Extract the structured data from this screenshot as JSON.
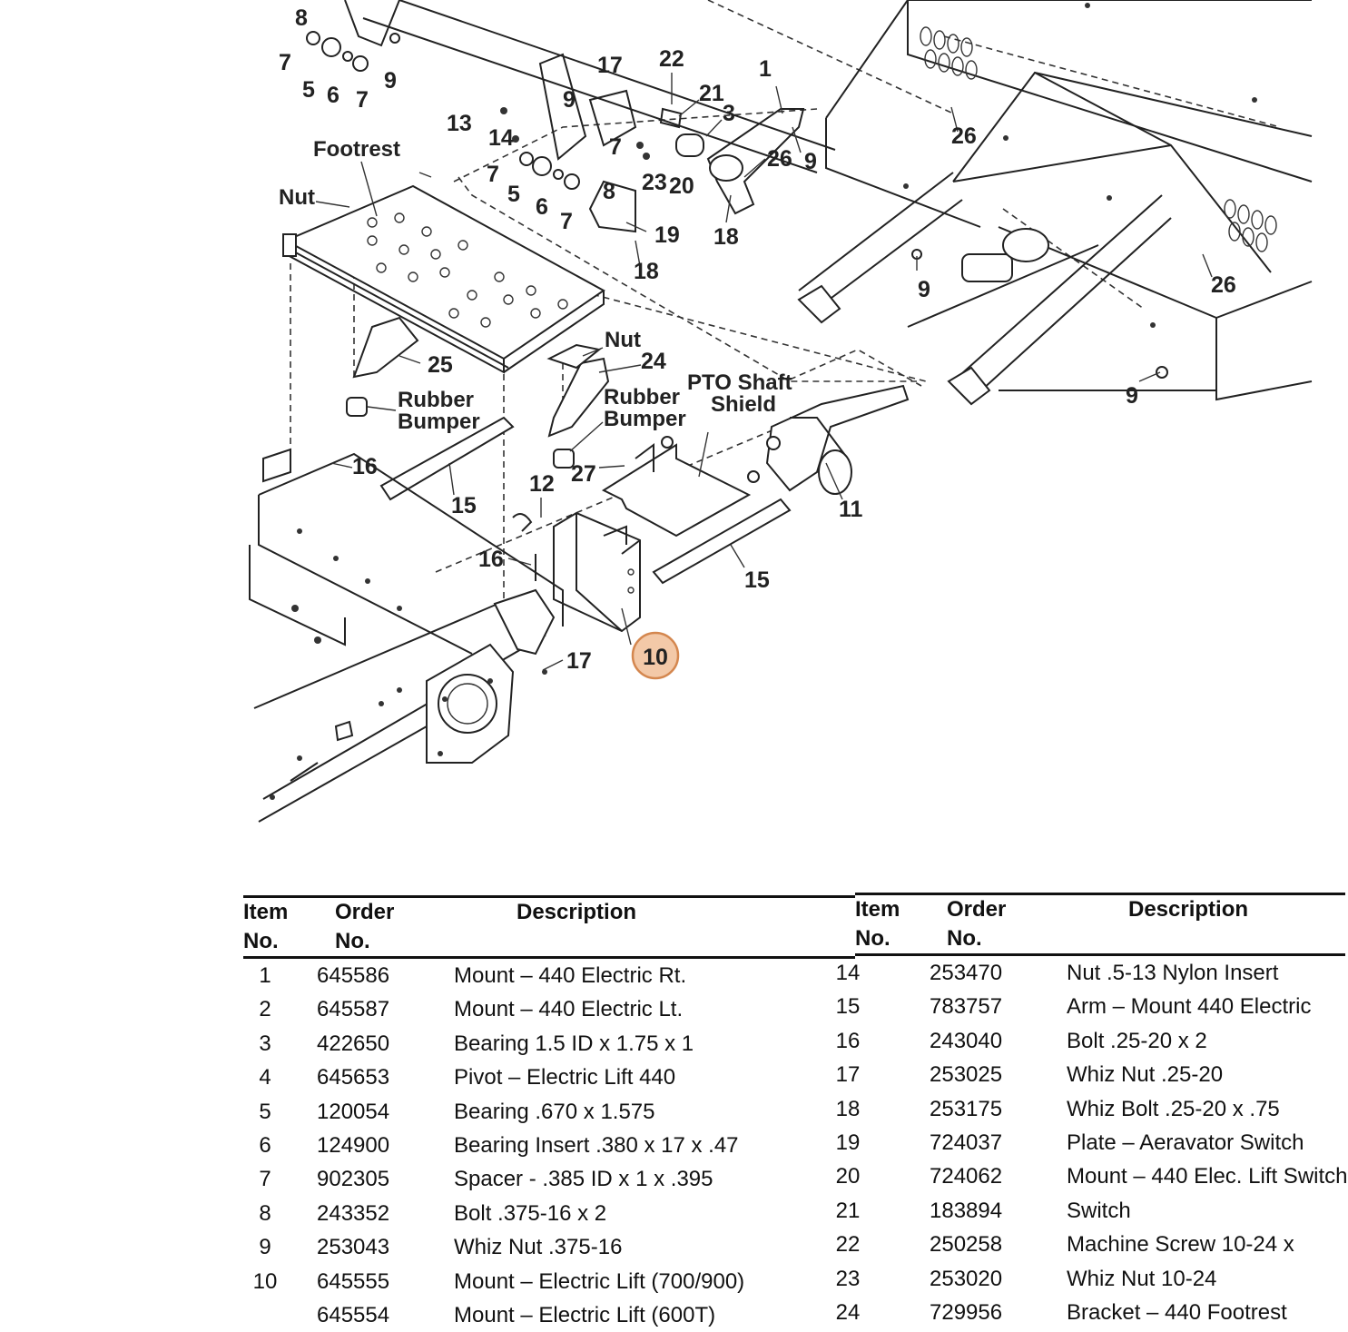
{
  "diagram": {
    "callouts": {
      "footrest": "Footrest",
      "nut": "Nut",
      "rubber_bumper_line1": "Rubber",
      "rubber_bumper_line2": "Bumper",
      "pto_line1": "PTO Shaft",
      "pto_line2": "Shield"
    },
    "item_labels": [
      "1",
      "3",
      "5",
      "6",
      "7",
      "8",
      "9",
      "10",
      "11",
      "12",
      "13",
      "14",
      "15",
      "16",
      "17",
      "18",
      "19",
      "20",
      "21",
      "22",
      "23",
      "24",
      "25",
      "26",
      "27"
    ],
    "highlighted_item": "10",
    "highlight_color": "#F3C9A8",
    "highlight_border": "#D4874F"
  },
  "table": {
    "headers": {
      "item_line1": "Item",
      "item_line2": "No.",
      "order_line1": "Order",
      "order_line2": "No.",
      "description": "Description"
    },
    "left_rows": [
      {
        "item": "1",
        "order": "645586",
        "desc": "Mount – 440 Electric Rt."
      },
      {
        "item": "2",
        "order": "645587",
        "desc": "Mount – 440 Electric Lt."
      },
      {
        "item": "3",
        "order": "422650",
        "desc": "Bearing 1.5 ID x 1.75 x 1"
      },
      {
        "item": "4",
        "order": "645653",
        "desc": "Pivot – Electric Lift 440"
      },
      {
        "item": "5",
        "order": "120054",
        "desc": "Bearing .670 x 1.575"
      },
      {
        "item": "6",
        "order": "124900",
        "desc": "Bearing Insert .380 x 17 x .47"
      },
      {
        "item": "7",
        "order": "902305",
        "desc": "Spacer - .385 ID x 1 x .395"
      },
      {
        "item": "8",
        "order": "243352",
        "desc": "Bolt .375-16 x 2"
      },
      {
        "item": "9",
        "order": "253043",
        "desc": "Whiz Nut .375-16"
      },
      {
        "item": "10",
        "order": "645555",
        "desc": "Mount – Electric Lift (700/900)"
      },
      {
        "item": "",
        "order": "645554",
        "desc": "Mount – Electric Lift (600T)"
      }
    ],
    "right_rows": [
      {
        "item": "14",
        "order": "253470",
        "desc": "Nut .5-13 Nylon Insert"
      },
      {
        "item": "15",
        "order": "783757",
        "desc": "Arm – Mount 440 Electric"
      },
      {
        "item": "16",
        "order": "243040",
        "desc": "Bolt .25-20 x 2"
      },
      {
        "item": "17",
        "order": "253025",
        "desc": "Whiz Nut .25-20"
      },
      {
        "item": "18",
        "order": "253175",
        "desc": "Whiz Bolt .25-20 x .75"
      },
      {
        "item": "19",
        "order": "724037",
        "desc": "Plate – Aeravator Switch"
      },
      {
        "item": "20",
        "order": "724062",
        "desc": "Mount – 440 Elec. Lift Switch"
      },
      {
        "item": "21",
        "order": "183894",
        "desc": "Switch"
      },
      {
        "item": "22",
        "order": "250258",
        "desc": "Machine Screw 10-24 x"
      },
      {
        "item": "23",
        "order": "253020",
        "desc": "Whiz Nut 10-24"
      },
      {
        "item": "24",
        "order": "729956",
        "desc": "Bracket – 440 Footrest"
      }
    ]
  }
}
